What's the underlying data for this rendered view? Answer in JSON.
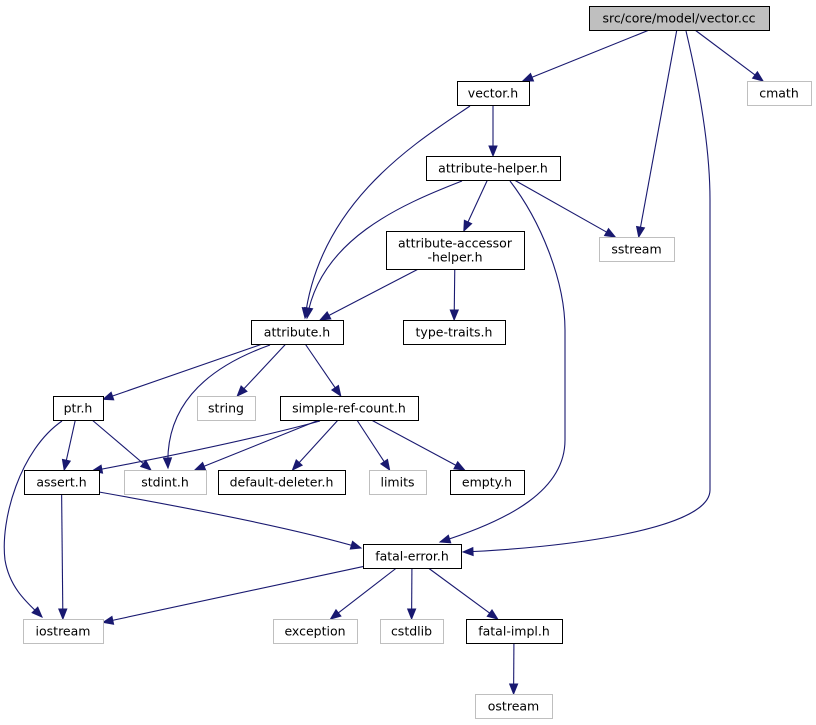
{
  "colors": {
    "edge": "#191970",
    "root_fill": "#bfbfbf",
    "system_border": "#bfbfbf",
    "local_border": "#000000"
  },
  "nodes": [
    {
      "id": "vector_cc",
      "lines": [
        "src/core/model/vector.cc"
      ],
      "kind": "root"
    },
    {
      "id": "vector_h",
      "lines": [
        "vector.h"
      ],
      "kind": "local"
    },
    {
      "id": "cmath",
      "lines": [
        "cmath"
      ],
      "kind": "system"
    },
    {
      "id": "attribute_helper_h",
      "lines": [
        "attribute-helper.h"
      ],
      "kind": "local"
    },
    {
      "id": "attribute_accessor_helper_h",
      "lines": [
        "attribute-accessor",
        "-helper.h"
      ],
      "kind": "local"
    },
    {
      "id": "sstream",
      "lines": [
        "sstream"
      ],
      "kind": "system"
    },
    {
      "id": "attribute_h",
      "lines": [
        "attribute.h"
      ],
      "kind": "local"
    },
    {
      "id": "type_traits_h",
      "lines": [
        "type-traits.h"
      ],
      "kind": "local"
    },
    {
      "id": "ptr_h",
      "lines": [
        "ptr.h"
      ],
      "kind": "local"
    },
    {
      "id": "string",
      "lines": [
        "string"
      ],
      "kind": "system"
    },
    {
      "id": "simple_ref_count_h",
      "lines": [
        "simple-ref-count.h"
      ],
      "kind": "local"
    },
    {
      "id": "assert_h",
      "lines": [
        "assert.h"
      ],
      "kind": "local"
    },
    {
      "id": "stdint_h",
      "lines": [
        "stdint.h"
      ],
      "kind": "system"
    },
    {
      "id": "default_deleter_h",
      "lines": [
        "default-deleter.h"
      ],
      "kind": "local"
    },
    {
      "id": "limits",
      "lines": [
        "limits"
      ],
      "kind": "system"
    },
    {
      "id": "empty_h",
      "lines": [
        "empty.h"
      ],
      "kind": "local"
    },
    {
      "id": "fatal_error_h",
      "lines": [
        "fatal-error.h"
      ],
      "kind": "local"
    },
    {
      "id": "iostream",
      "lines": [
        "iostream"
      ],
      "kind": "system"
    },
    {
      "id": "exception",
      "lines": [
        "exception"
      ],
      "kind": "system"
    },
    {
      "id": "cstdlib",
      "lines": [
        "cstdlib"
      ],
      "kind": "system"
    },
    {
      "id": "fatal_impl_h",
      "lines": [
        "fatal-impl.h"
      ],
      "kind": "local"
    },
    {
      "id": "ostream",
      "lines": [
        "ostream"
      ],
      "kind": "system"
    }
  ],
  "edges": [
    {
      "from": "vector_cc",
      "to": "vector_h"
    },
    {
      "from": "vector_cc",
      "to": "cmath"
    },
    {
      "from": "vector_cc",
      "to": "sstream"
    },
    {
      "from": "vector_cc",
      "to": "fatal_error_h"
    },
    {
      "from": "vector_h",
      "to": "attribute_helper_h"
    },
    {
      "from": "vector_h",
      "to": "attribute_h"
    },
    {
      "from": "attribute_helper_h",
      "to": "attribute_h"
    },
    {
      "from": "attribute_helper_h",
      "to": "attribute_accessor_helper_h"
    },
    {
      "from": "attribute_helper_h",
      "to": "sstream"
    },
    {
      "from": "attribute_helper_h",
      "to": "fatal_error_h"
    },
    {
      "from": "attribute_accessor_helper_h",
      "to": "attribute_h"
    },
    {
      "from": "attribute_accessor_helper_h",
      "to": "type_traits_h"
    },
    {
      "from": "attribute_h",
      "to": "ptr_h"
    },
    {
      "from": "attribute_h",
      "to": "string"
    },
    {
      "from": "attribute_h",
      "to": "simple_ref_count_h"
    },
    {
      "from": "attribute_h",
      "to": "stdint_h"
    },
    {
      "from": "ptr_h",
      "to": "assert_h"
    },
    {
      "from": "ptr_h",
      "to": "stdint_h"
    },
    {
      "from": "ptr_h",
      "to": "iostream"
    },
    {
      "from": "simple_ref_count_h",
      "to": "assert_h"
    },
    {
      "from": "simple_ref_count_h",
      "to": "stdint_h"
    },
    {
      "from": "simple_ref_count_h",
      "to": "default_deleter_h"
    },
    {
      "from": "simple_ref_count_h",
      "to": "limits"
    },
    {
      "from": "simple_ref_count_h",
      "to": "empty_h"
    },
    {
      "from": "assert_h",
      "to": "iostream"
    },
    {
      "from": "assert_h",
      "to": "fatal_error_h"
    },
    {
      "from": "fatal_error_h",
      "to": "iostream"
    },
    {
      "from": "fatal_error_h",
      "to": "exception"
    },
    {
      "from": "fatal_error_h",
      "to": "cstdlib"
    },
    {
      "from": "fatal_error_h",
      "to": "fatal_impl_h"
    },
    {
      "from": "fatal_impl_h",
      "to": "ostream"
    }
  ]
}
